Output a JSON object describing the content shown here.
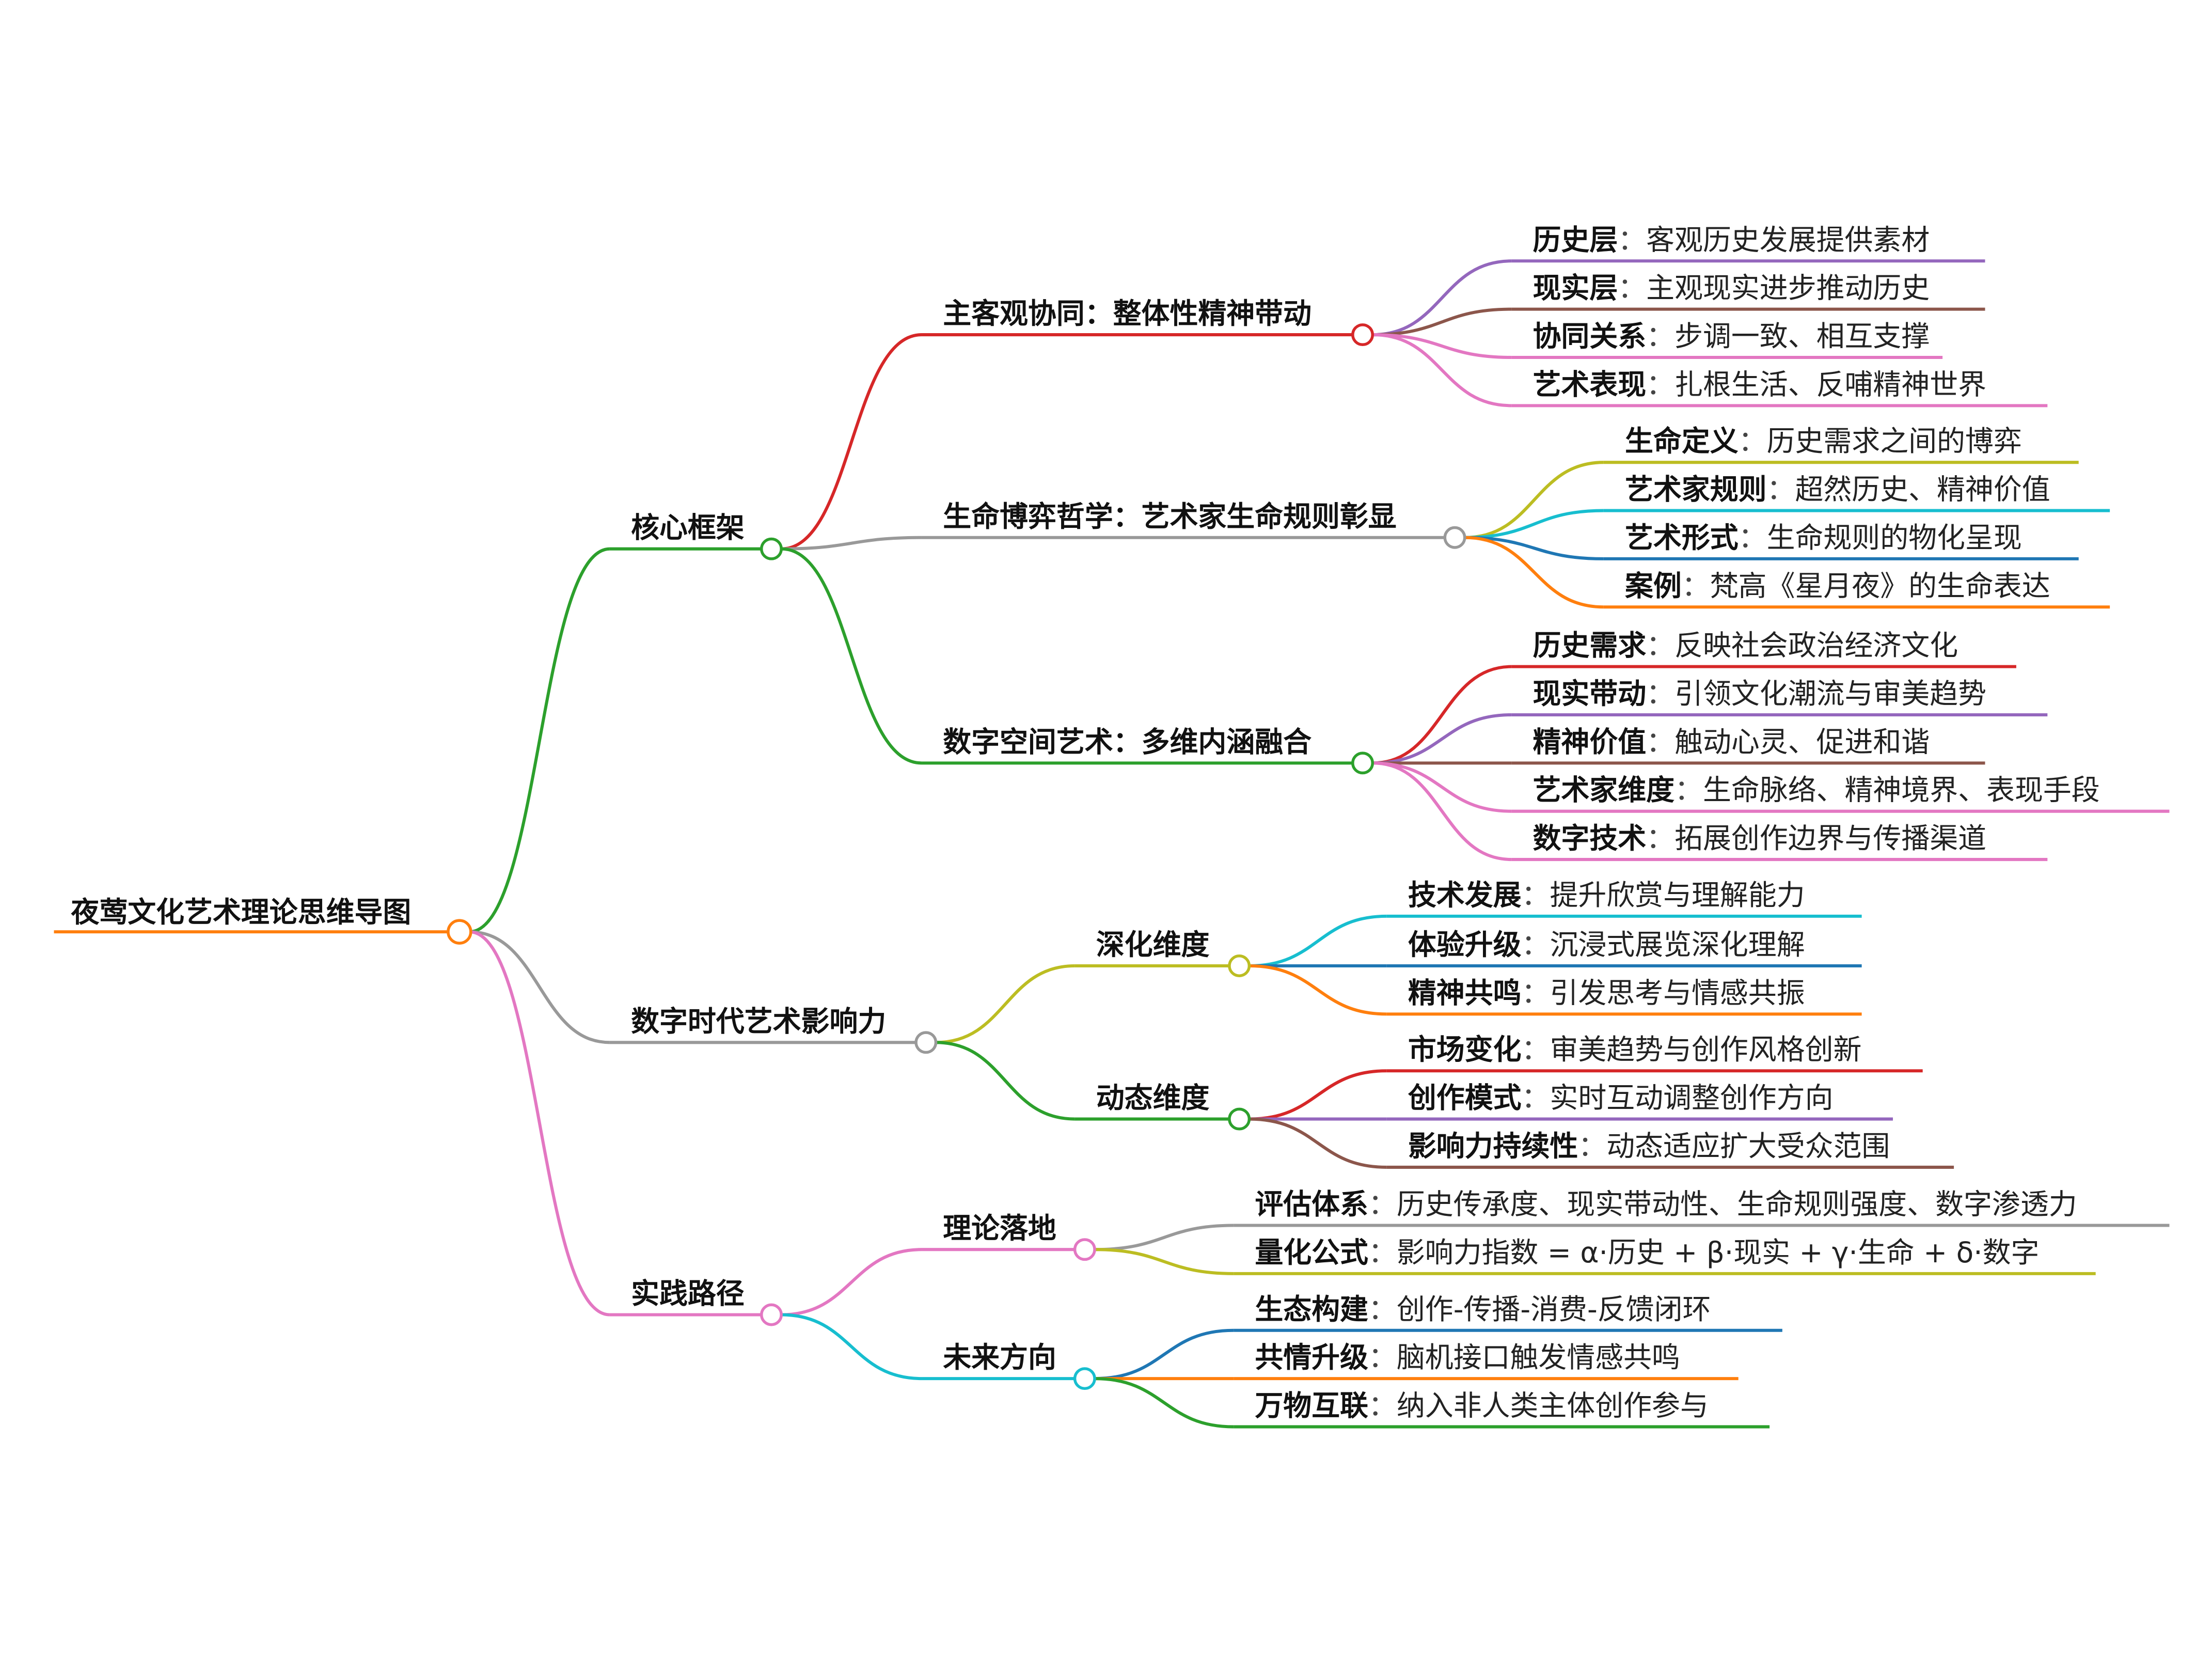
{
  "sep": "：",
  "root": {
    "label": "夜莺文化艺术理论思维导图",
    "color": "#ff7f0e"
  },
  "branches": [
    {
      "label": "核心框架",
      "color": "#2ca02c",
      "children": [
        {
          "label": "主客观协同：整体性精神带动",
          "color": "#d62728",
          "leaves": [
            {
              "key": "历史层",
              "desc": "客观历史发展提供素材",
              "color": "#9467bd"
            },
            {
              "key": "现实层",
              "desc": "主观现实进步推动历史",
              "color": "#8c564b"
            },
            {
              "key": "协同关系",
              "desc": "步调一致、相互支撑",
              "color": "#e377c2"
            },
            {
              "key": "艺术表现",
              "desc": "扎根生活、反哺精神世界",
              "color": "#e377c2"
            }
          ]
        },
        {
          "label": "生命博弈哲学：艺术家生命规则彰显",
          "color": "#999999",
          "leaves": [
            {
              "key": "生命定义",
              "desc": "历史需求之间的博弈",
              "color": "#bcbd22"
            },
            {
              "key": "艺术家规则",
              "desc": "超然历史、精神价值",
              "color": "#17becf"
            },
            {
              "key": "艺术形式",
              "desc": "生命规则的物化呈现",
              "color": "#1f77b4"
            },
            {
              "key": "案例",
              "desc": "梵高《星月夜》的生命表达",
              "color": "#ff7f0e"
            }
          ]
        },
        {
          "label": "数字空间艺术：多维内涵融合",
          "color": "#2ca02c",
          "leaves": [
            {
              "key": "历史需求",
              "desc": "反映社会政治经济文化",
              "color": "#d62728"
            },
            {
              "key": "现实带动",
              "desc": "引领文化潮流与审美趋势",
              "color": "#9467bd"
            },
            {
              "key": "精神价值",
              "desc": "触动心灵、促进和谐",
              "color": "#8c564b"
            },
            {
              "key": "艺术家维度",
              "desc": "生命脉络、精神境界、表现手段",
              "color": "#e377c2"
            },
            {
              "key": "数字技术",
              "desc": "拓展创作边界与传播渠道",
              "color": "#e377c2"
            }
          ]
        }
      ]
    },
    {
      "label": "数字时代艺术影响力",
      "color": "#999999",
      "children": [
        {
          "label": "深化维度",
          "color": "#bcbd22",
          "leaves": [
            {
              "key": "技术发展",
              "desc": "提升欣赏与理解能力",
              "color": "#17becf"
            },
            {
              "key": "体验升级",
              "desc": "沉浸式展览深化理解",
              "color": "#1f77b4"
            },
            {
              "key": "精神共鸣",
              "desc": "引发思考与情感共振",
              "color": "#ff7f0e"
            }
          ]
        },
        {
          "label": "动态维度",
          "color": "#2ca02c",
          "leaves": [
            {
              "key": "市场变化",
              "desc": "审美趋势与创作风格创新",
              "color": "#d62728"
            },
            {
              "key": "创作模式",
              "desc": "实时互动调整创作方向",
              "color": "#9467bd"
            },
            {
              "key": "影响力持续性",
              "desc": "动态适应扩大受众范围",
              "color": "#8c564b"
            }
          ]
        }
      ]
    },
    {
      "label": "实践路径",
      "color": "#e377c2",
      "children": [
        {
          "label": "理论落地",
          "color": "#e377c2",
          "leaves": [
            {
              "key": "评估体系",
              "desc": "历史传承度、现实带动性、生命规则强度、数字渗透力",
              "color": "#999999"
            },
            {
              "key": "量化公式",
              "desc": "影响力指数 = α·历史 + β·现实 + γ·生命 + δ·数字",
              "color": "#bcbd22"
            }
          ]
        },
        {
          "label": "未来方向",
          "color": "#17becf",
          "leaves": [
            {
              "key": "生态构建",
              "desc": "创作-传播-消费-反馈闭环",
              "color": "#1f77b4"
            },
            {
              "key": "共情升级",
              "desc": "脑机接口触发情感共鸣",
              "color": "#ff7f0e"
            },
            {
              "key": "万物互联",
              "desc": "纳入非人类主体创作参与",
              "color": "#2ca02c"
            }
          ]
        }
      ]
    }
  ]
}
